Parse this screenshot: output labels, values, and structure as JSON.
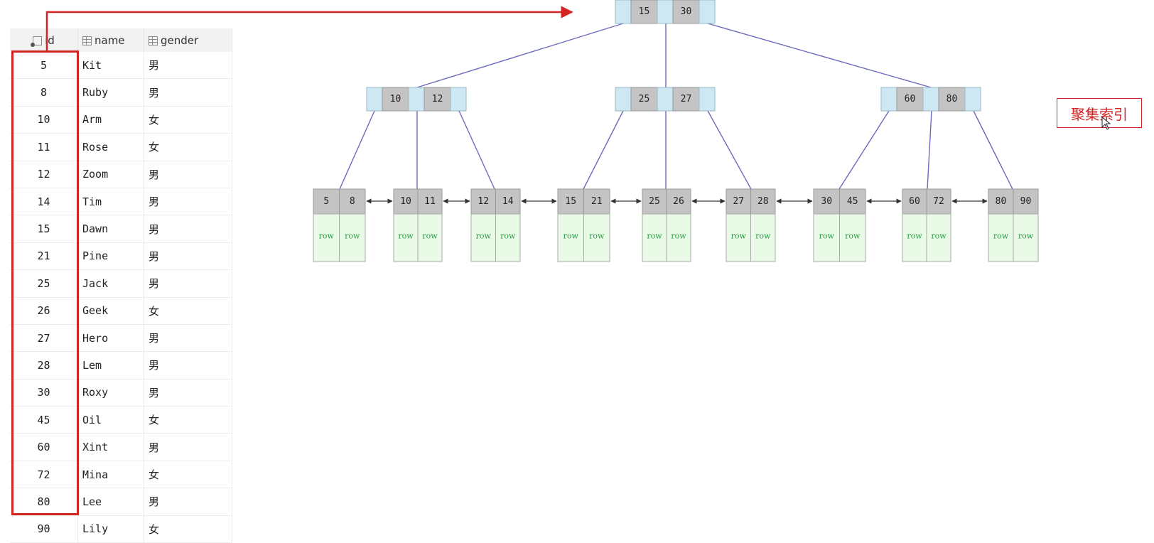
{
  "table": {
    "headers": [
      "id",
      "name",
      "gender"
    ],
    "rows": [
      {
        "id": "5",
        "name": "Kit",
        "gender": "男"
      },
      {
        "id": "8",
        "name": "Ruby",
        "gender": "男"
      },
      {
        "id": "10",
        "name": "Arm",
        "gender": "女"
      },
      {
        "id": "11",
        "name": "Rose",
        "gender": "女"
      },
      {
        "id": "12",
        "name": "Zoom",
        "gender": "男"
      },
      {
        "id": "14",
        "name": "Tim",
        "gender": "男"
      },
      {
        "id": "15",
        "name": "Dawn",
        "gender": "男"
      },
      {
        "id": "21",
        "name": "Pine",
        "gender": "男"
      },
      {
        "id": "25",
        "name": "Jack",
        "gender": "男"
      },
      {
        "id": "26",
        "name": "Geek",
        "gender": "女"
      },
      {
        "id": "27",
        "name": "Hero",
        "gender": "男"
      },
      {
        "id": "28",
        "name": "Lem",
        "gender": "男"
      },
      {
        "id": "30",
        "name": "Roxy",
        "gender": "男"
      },
      {
        "id": "45",
        "name": "Oil",
        "gender": "女"
      },
      {
        "id": "60",
        "name": "Xint",
        "gender": "男"
      },
      {
        "id": "72",
        "name": "Mina",
        "gender": "女"
      },
      {
        "id": "80",
        "name": "Lee",
        "gender": "男"
      },
      {
        "id": "90",
        "name": "Lily",
        "gender": "女"
      }
    ]
  },
  "tree": {
    "root": [
      "15",
      "30"
    ],
    "internal": [
      [
        "10",
        "12"
      ],
      [
        "25",
        "27"
      ],
      [
        "60",
        "80"
      ]
    ],
    "leaves": [
      [
        "5",
        "8"
      ],
      [
        "10",
        "11"
      ],
      [
        "12",
        "14"
      ],
      [
        "15",
        "21"
      ],
      [
        "25",
        "26"
      ],
      [
        "27",
        "28"
      ],
      [
        "30",
        "45"
      ],
      [
        "60",
        "72"
      ],
      [
        "80",
        "90"
      ]
    ],
    "row_label": "row"
  },
  "label": "聚集索引",
  "colors": {
    "highlight": "#d32424",
    "edge": "#6b6bbd",
    "pointer_cell": "#cde8f3",
    "key_cell": "#c4c4c4",
    "row_cell": "#e9fbe6",
    "row_text": "#2a9a46"
  }
}
